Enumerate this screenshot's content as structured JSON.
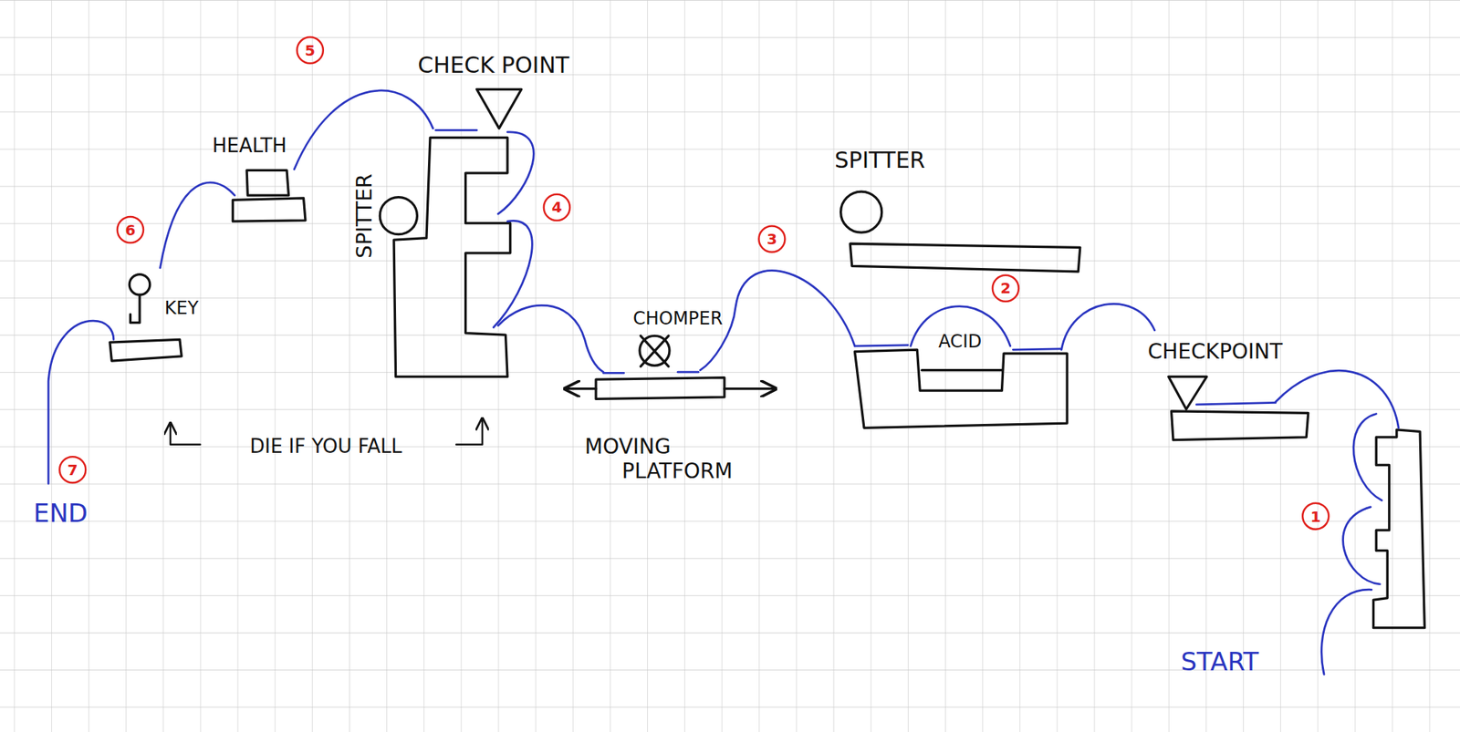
{
  "diagram": {
    "labels": [
      "START",
      "1",
      "CHECKPOINT",
      "2",
      "ACID",
      "SPITTER",
      "3",
      "CHOMPER",
      "MOVING PLATFORM",
      "4",
      "SPITTER",
      "CHECK POINT",
      "5",
      "HEALTH",
      "6",
      "KEY",
      "7",
      "END",
      "DIE IF YOU FALL"
    ]
  }
}
